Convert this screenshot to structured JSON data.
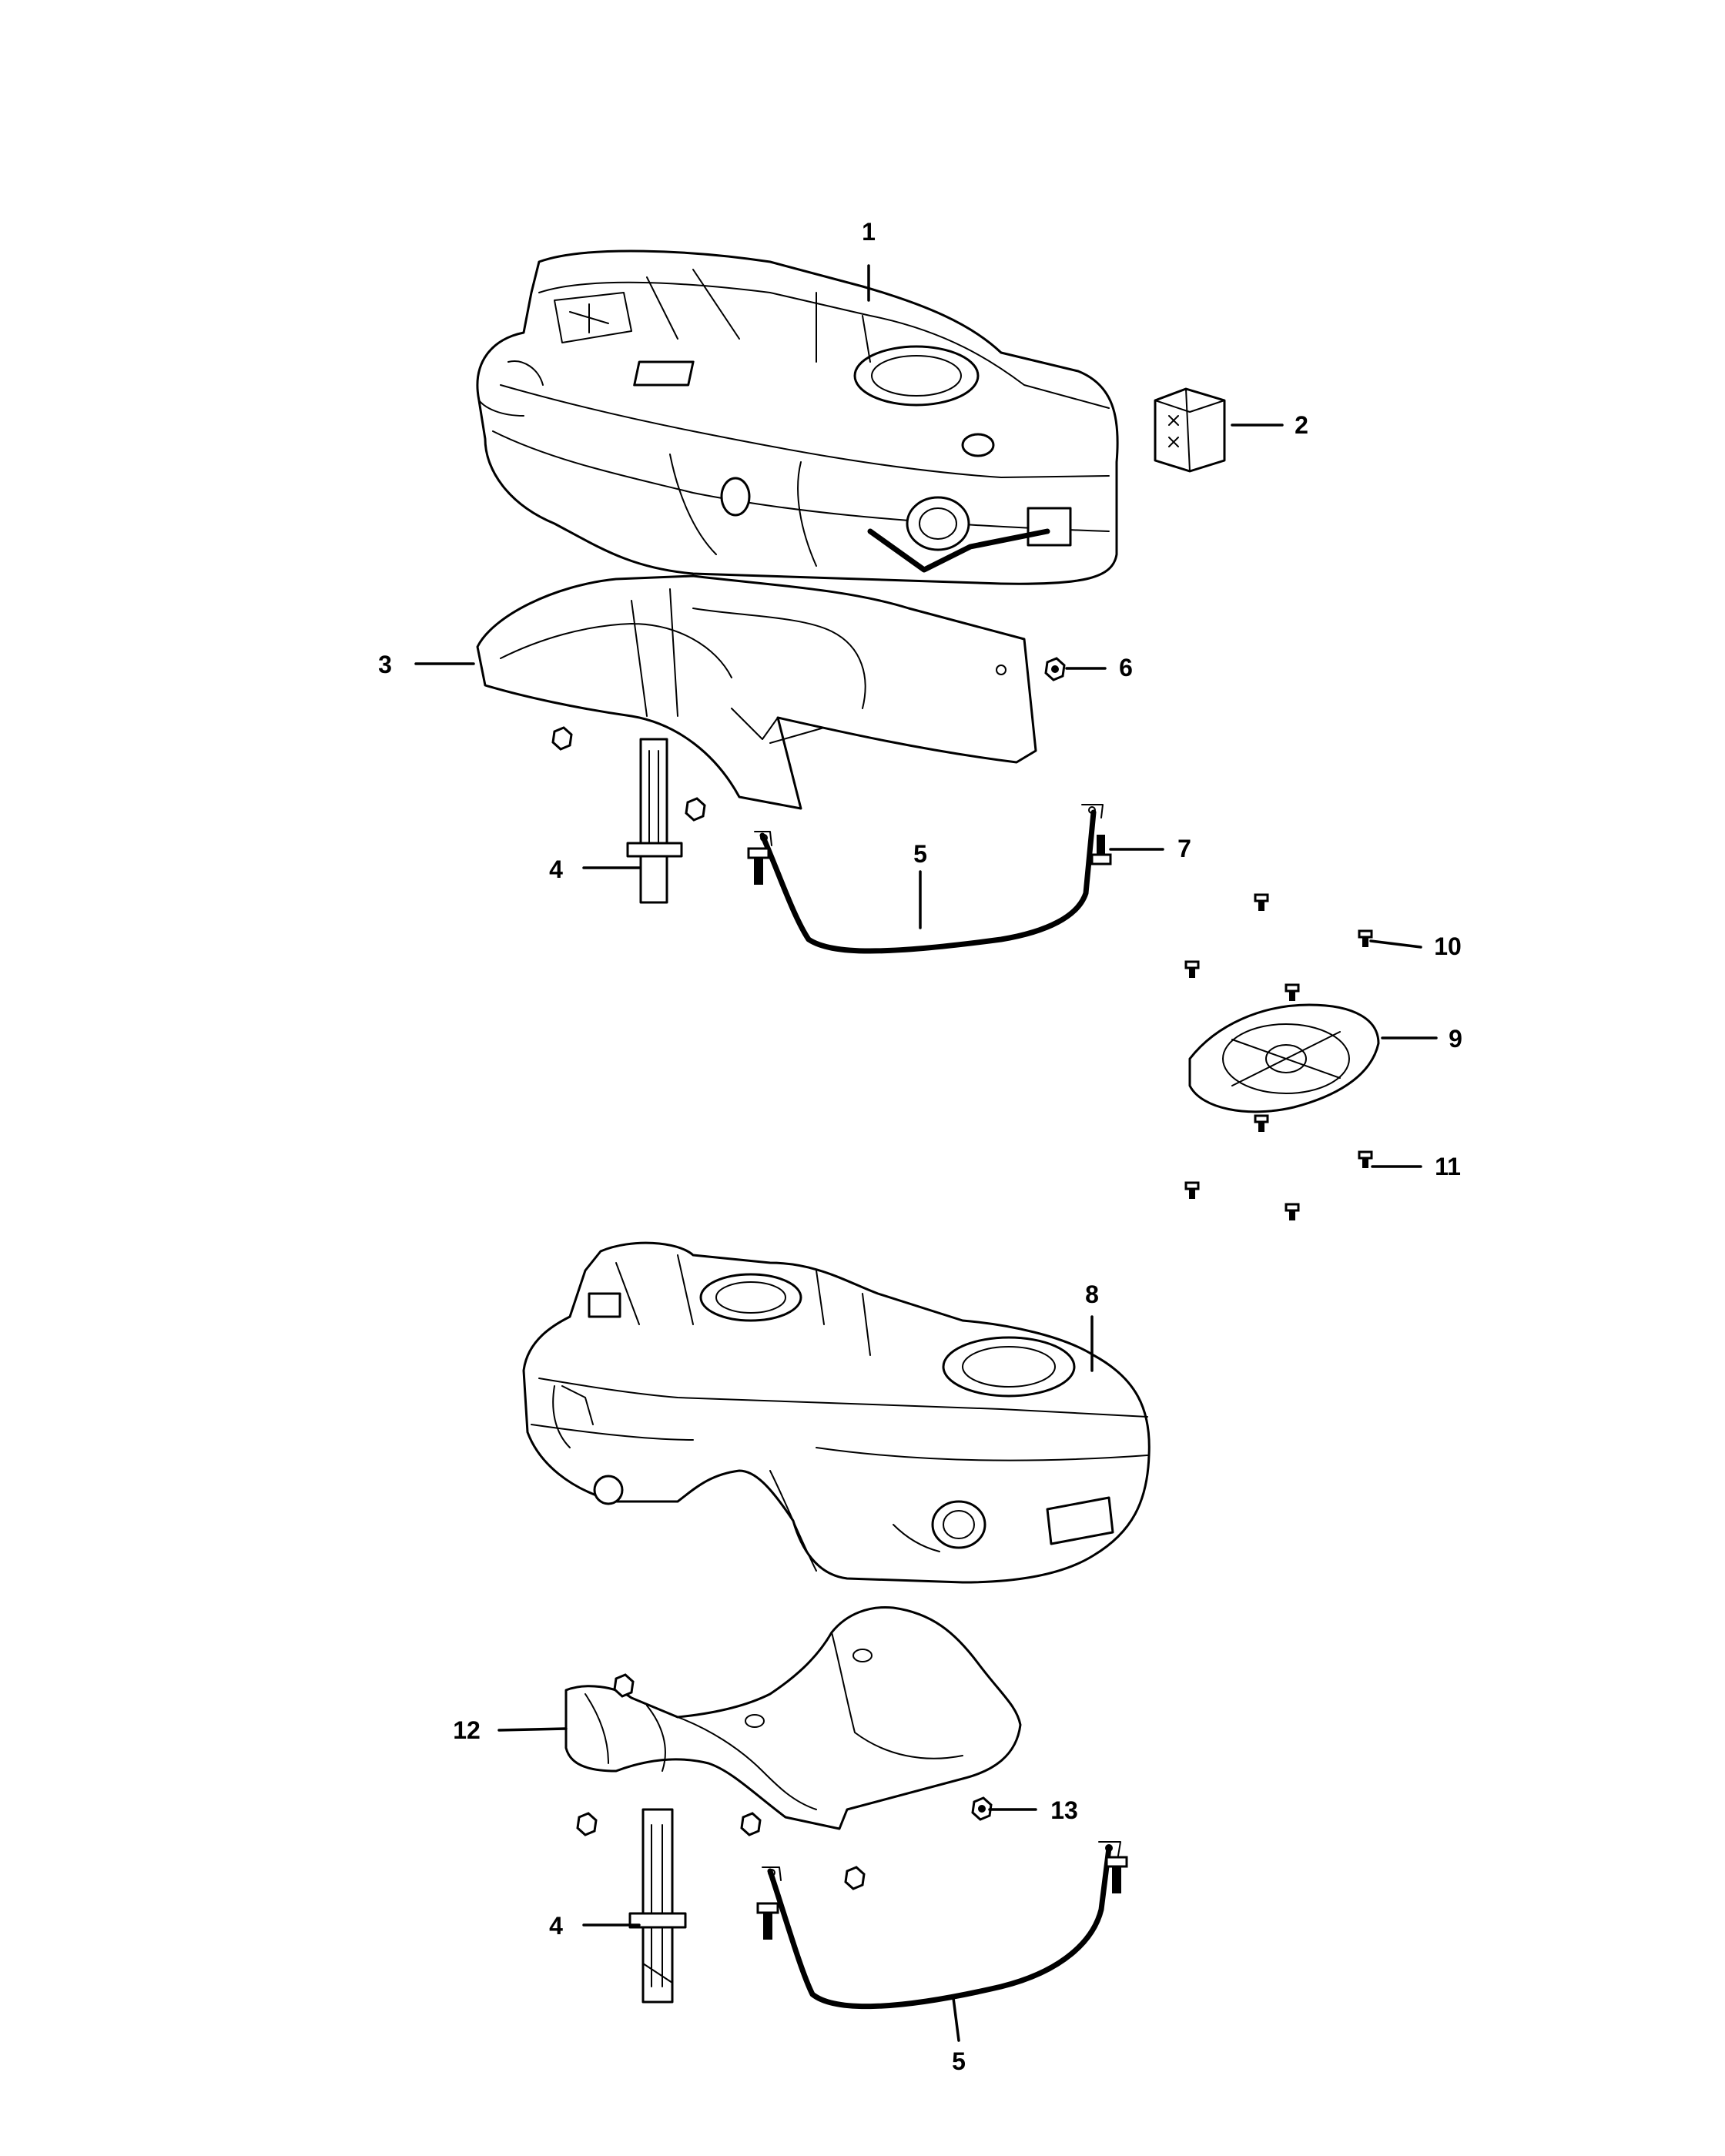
{
  "callouts": [
    {
      "id": "c1",
      "label": "1"
    },
    {
      "id": "c2",
      "label": "2"
    },
    {
      "id": "c3",
      "label": "3"
    },
    {
      "id": "c4a",
      "label": "4"
    },
    {
      "id": "c5a",
      "label": "5"
    },
    {
      "id": "c6",
      "label": "6"
    },
    {
      "id": "c7",
      "label": "7"
    },
    {
      "id": "c8",
      "label": "8"
    },
    {
      "id": "c9",
      "label": "9"
    },
    {
      "id": "c10",
      "label": "10"
    },
    {
      "id": "c11",
      "label": "11"
    },
    {
      "id": "c12",
      "label": "12"
    },
    {
      "id": "c4b",
      "label": "4"
    },
    {
      "id": "c13",
      "label": "13"
    },
    {
      "id": "c5b",
      "label": "5"
    }
  ]
}
